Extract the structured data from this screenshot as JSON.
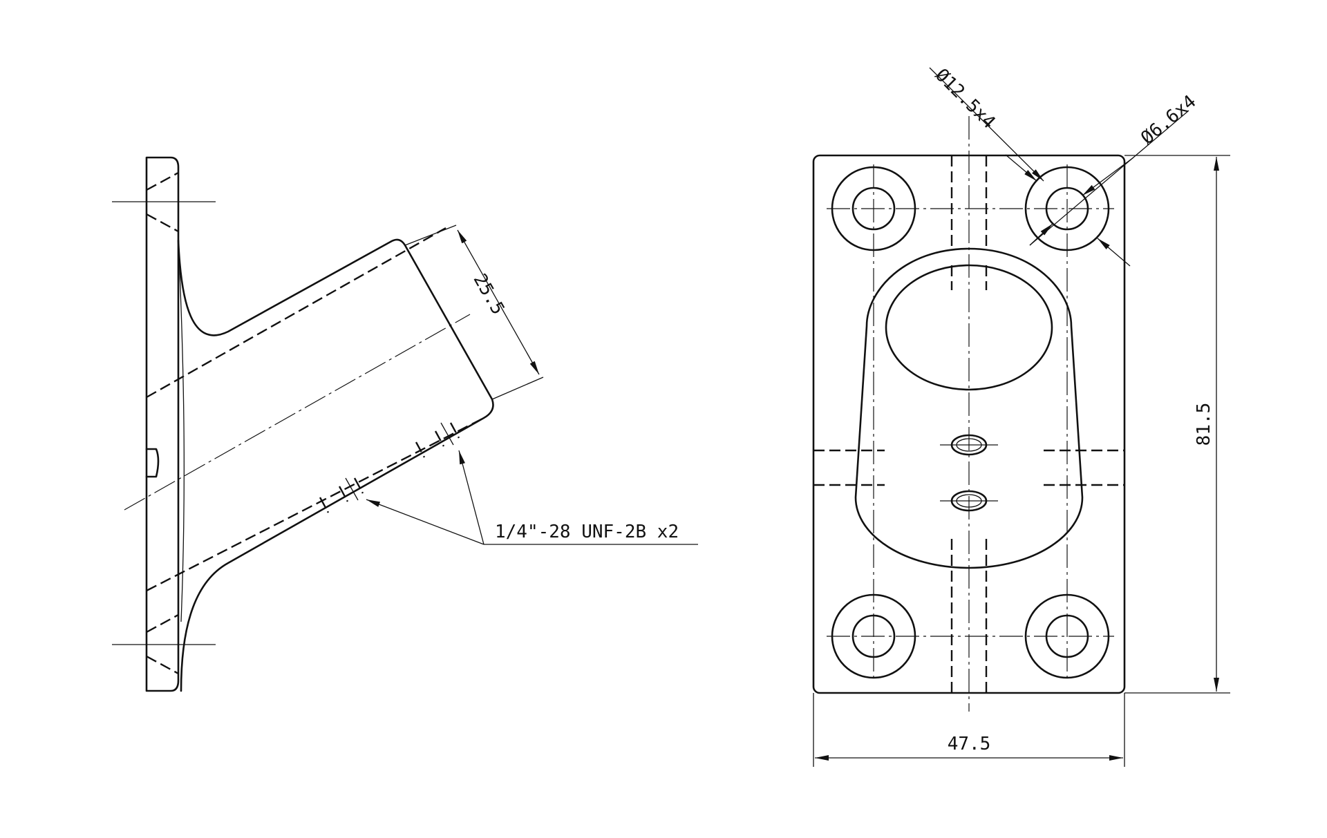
{
  "drawing": {
    "dimensions": {
      "tube_diameter": "25.5",
      "base_width": "47.5",
      "base_height": "81.5",
      "counterbore": "Ø12.5x4",
      "through_hole": "Ø6.6x4",
      "thread_callout": "1/4\"-28 UNF-2B x2"
    },
    "colors": {
      "line": "#111111",
      "background": "#ffffff"
    }
  }
}
